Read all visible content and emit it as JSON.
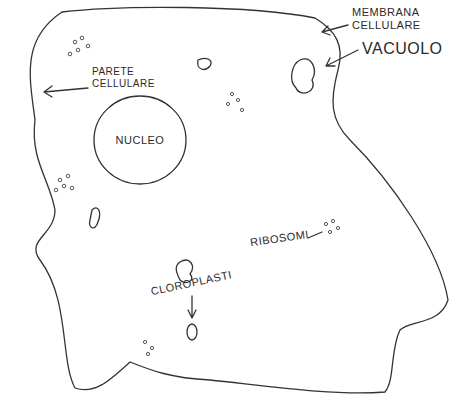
{
  "diagram": {
    "nodes": [
      {
        "text": [
          "NUCLEO"
        ]
      }
    ],
    "labels": [
      "MEMBRANA CELLULARE",
      "PARETE CELLULARE",
      "VACUOLO",
      "RIBOSOMI",
      "CLOROPLASTI"
    ]
  }
}
